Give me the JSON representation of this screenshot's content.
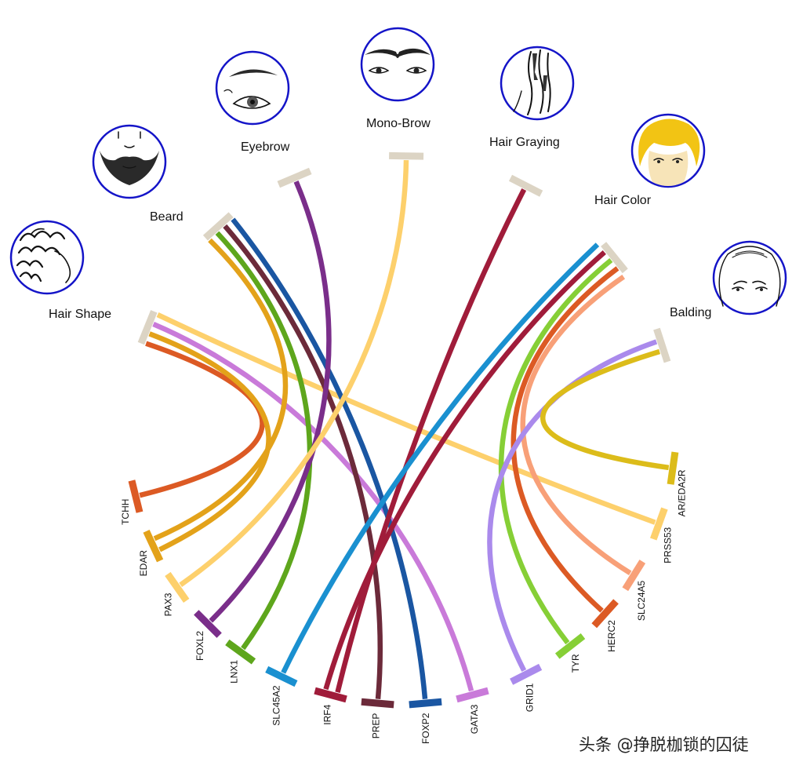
{
  "traits": [
    {
      "id": "hair-shape",
      "label": "Hair Shape",
      "icon": "curly-hair-icon"
    },
    {
      "id": "beard",
      "label": "Beard",
      "icon": "beard-icon"
    },
    {
      "id": "eyebrow",
      "label": "Eyebrow",
      "icon": "eyebrow-icon"
    },
    {
      "id": "mono-brow",
      "label": "Mono-Brow",
      "icon": "mono-brow-icon"
    },
    {
      "id": "hair-graying",
      "label": "Hair Graying",
      "icon": "gray-hair-icon"
    },
    {
      "id": "hair-color",
      "label": "Hair Color",
      "icon": "blond-hair-icon"
    },
    {
      "id": "balding",
      "label": "Balding",
      "icon": "balding-head-icon"
    }
  ],
  "genes": [
    "TCHH",
    "EDAR",
    "PAX3",
    "FOXL2",
    "LNX1",
    "SLC45A2",
    "IRF4",
    "PREP",
    "FOXP2",
    "GATA3",
    "GRID1",
    "TYR",
    "HERC2",
    "SLC24A5",
    "PRSS53",
    "AR/EDA2R"
  ],
  "links": [
    {
      "trait": "Hair Shape",
      "gene": "TCHH",
      "color": "#dc5a24"
    },
    {
      "trait": "Hair Shape",
      "gene": "EDAR",
      "color": "#e3a21a"
    },
    {
      "trait": "Hair Shape",
      "gene": "GATA3",
      "color": "#c97ad9"
    },
    {
      "trait": "Hair Shape",
      "gene": "PRSS53",
      "color": "#fdd06c"
    },
    {
      "trait": "Beard",
      "gene": "EDAR",
      "color": "#e3a21a"
    },
    {
      "trait": "Beard",
      "gene": "LNX1",
      "color": "#5ea61c"
    },
    {
      "trait": "Beard",
      "gene": "PREP",
      "color": "#6c2a3a"
    },
    {
      "trait": "Beard",
      "gene": "FOXP2",
      "color": "#1a56a2"
    },
    {
      "trait": "Eyebrow",
      "gene": "FOXL2",
      "color": "#7a2e8a"
    },
    {
      "trait": "Mono-Brow",
      "gene": "PAX3",
      "color": "#fdd06c"
    },
    {
      "trait": "Hair Graying",
      "gene": "IRF4",
      "color": "#a01c3a"
    },
    {
      "trait": "Hair Color",
      "gene": "SLC45A2",
      "color": "#1a90d0"
    },
    {
      "trait": "Hair Color",
      "gene": "IRF4",
      "color": "#a01c3a"
    },
    {
      "trait": "Hair Color",
      "gene": "TYR",
      "color": "#86cf36"
    },
    {
      "trait": "Hair Color",
      "gene": "HERC2",
      "color": "#dc5a24"
    },
    {
      "trait": "Hair Color",
      "gene": "SLC24A5",
      "color": "#f8a078"
    },
    {
      "trait": "Balding",
      "gene": "GRID1",
      "color": "#aa8aec"
    },
    {
      "trait": "Balding",
      "gene": "AR/EDA2R",
      "color": "#dcbc1a"
    }
  ],
  "colors": {
    "trait_bar": "#dcd4c4",
    "icon_ring": "#1414c8"
  },
  "watermark": "头条 @挣脱枷锁的囚徒"
}
